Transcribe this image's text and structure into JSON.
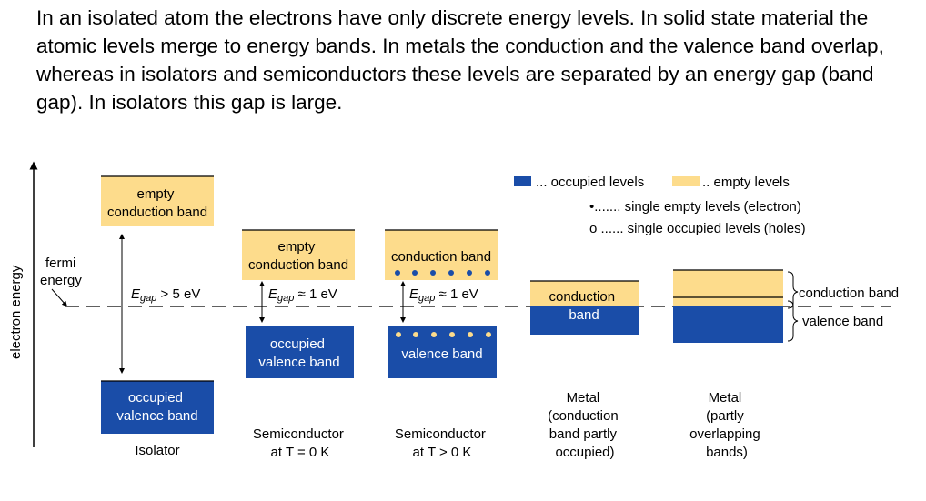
{
  "intro_text": "In an isolated atom the electrons have only discrete energy levels. In solid state material the atomic levels merge to energy bands. In metals the conduction and the valence band overlap, whereas in isolators and semiconductors these levels are separated by an energy gap (band gap). In isolators this gap is large.",
  "colors": {
    "occupied": "#1a4da8",
    "empty": "#fddc8c"
  },
  "axis_label": "electron energy",
  "fermi_label": [
    "fermi",
    "energy"
  ],
  "legend": {
    "occupied": "... occupied levels",
    "empty": ".. empty levels",
    "electron": "•....... single empty levels (electron)",
    "hole": "o ...... single occupied levels (holes)"
  },
  "isolator": {
    "empty_band": [
      "empty",
      "conduction band"
    ],
    "gap_label": "E",
    "gap_sub": "gap",
    "gap_value": " > 5 eV",
    "occupied_band": [
      "occupied",
      "valence band"
    ],
    "caption": "Isolator"
  },
  "semiconductor_0k": {
    "empty_band": [
      "empty",
      "conduction band"
    ],
    "gap_label": "E",
    "gap_sub": "gap",
    "gap_value": " ≈ 1 eV",
    "occupied_band": [
      "occupied",
      "valence band"
    ],
    "caption": [
      "Semiconductor",
      "at T = 0 K"
    ]
  },
  "semiconductor_tk": {
    "empty_band": "conduction band",
    "gap_label": "E",
    "gap_sub": "gap",
    "gap_value": " ≈ 1 eV",
    "occupied_band": "valence band",
    "caption": [
      "Semiconductor",
      "at T > 0 K"
    ]
  },
  "metal_partly": {
    "band": [
      "conduction",
      "band"
    ],
    "caption": [
      "Metal",
      "(conduction",
      "band partly",
      "occupied)"
    ]
  },
  "metal_overlap": {
    "conduction_label": "conduction band",
    "valence_label": "valence band",
    "caption": [
      "Metal",
      "(partly",
      "overlapping",
      "bands)"
    ]
  }
}
